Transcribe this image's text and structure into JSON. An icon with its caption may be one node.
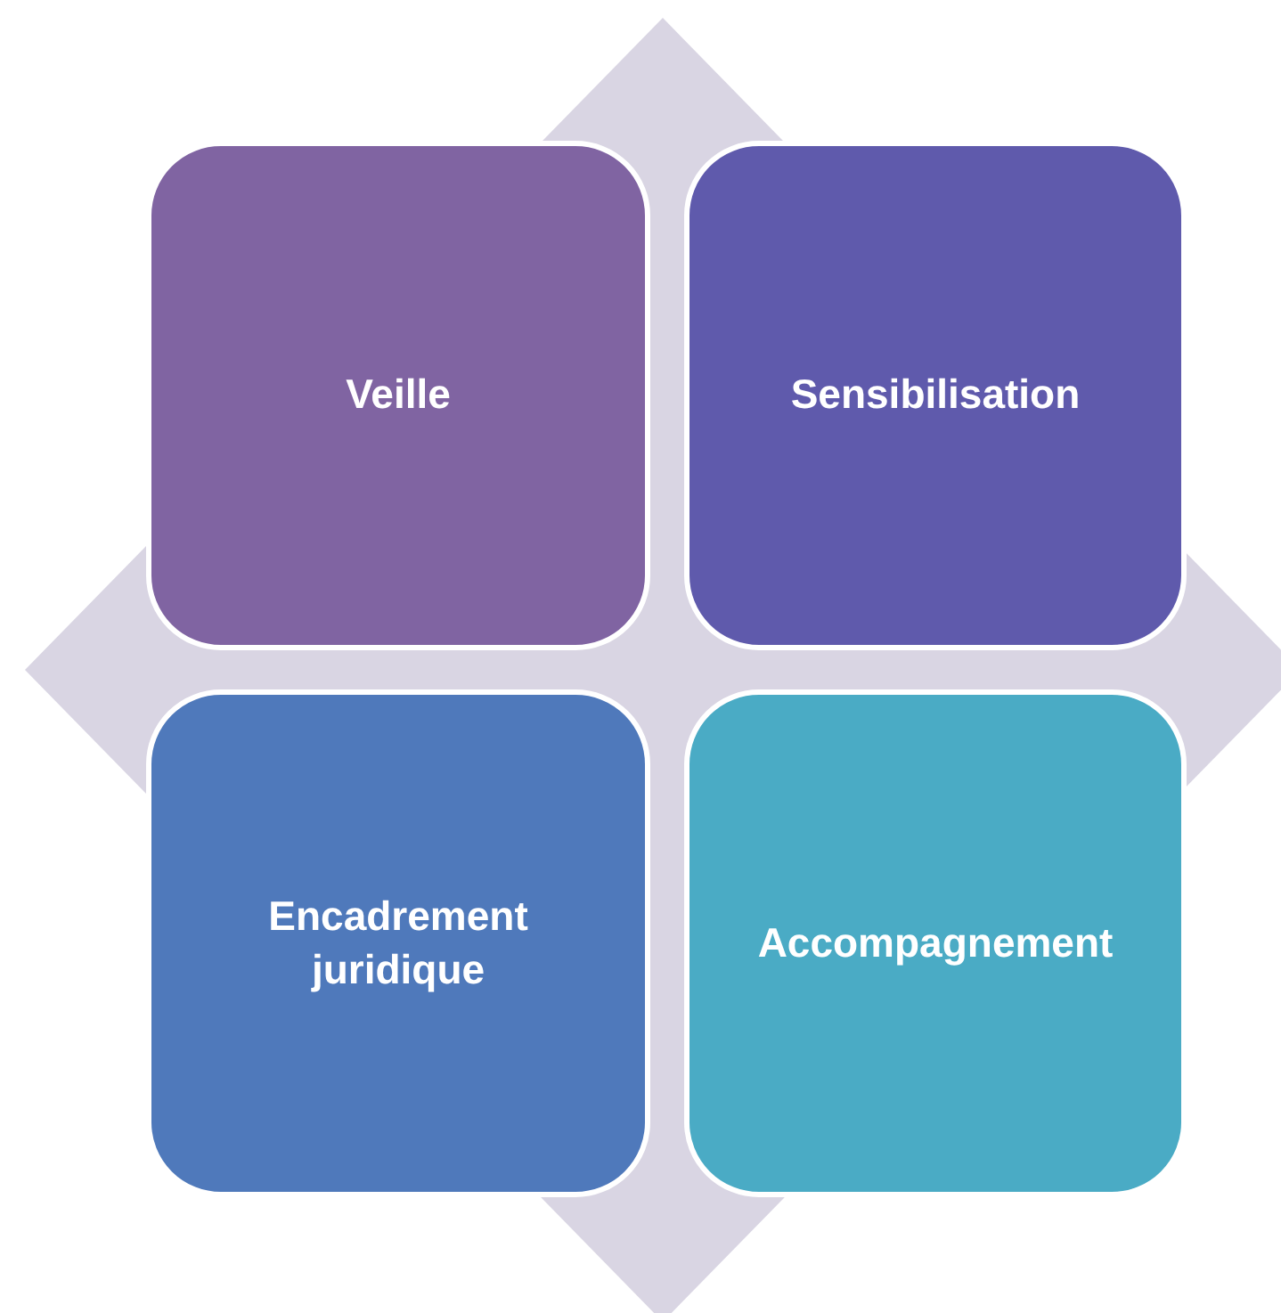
{
  "diagram": {
    "nodes": [
      {
        "text": [
          "Veille"
        ]
      },
      {
        "text": [
          "Sensibilisation"
        ]
      },
      {
        "text": [
          "Encadrement juridique"
        ]
      },
      {
        "text": [
          "Accompagnement"
        ]
      }
    ]
  }
}
